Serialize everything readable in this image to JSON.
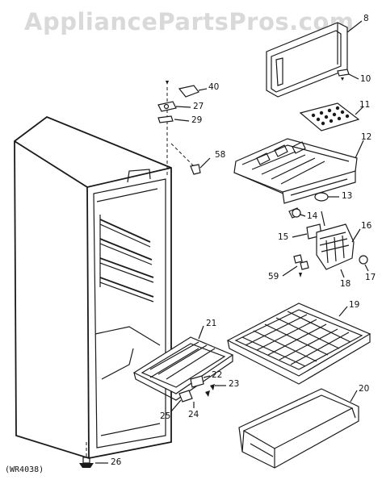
{
  "watermark": "AppliancePartsPros.com",
  "diagram_code": "(WR4038)",
  "callouts": [
    "8",
    "10",
    "11",
    "12",
    "13",
    "14",
    "15",
    "16",
    "17",
    "18",
    "19",
    "20",
    "21",
    "22",
    "23",
    "24",
    "25",
    "26",
    "27",
    "29",
    "40",
    "58",
    "59"
  ],
  "parts": {
    "cabinet": "cabinet",
    "door": "door",
    "freezer-shelf": "freezer-shelf",
    "ice-tray": "ice-tray",
    "meat-keeper": "meat-keeper",
    "shelf": "shelf",
    "crisper-pan": "crisper-pan",
    "crisper-cover": "crisper-cover",
    "control": "control",
    "hinge": "hinge",
    "leveling-leg": "leveling-leg",
    "light-bulb": "light-bulb"
  }
}
